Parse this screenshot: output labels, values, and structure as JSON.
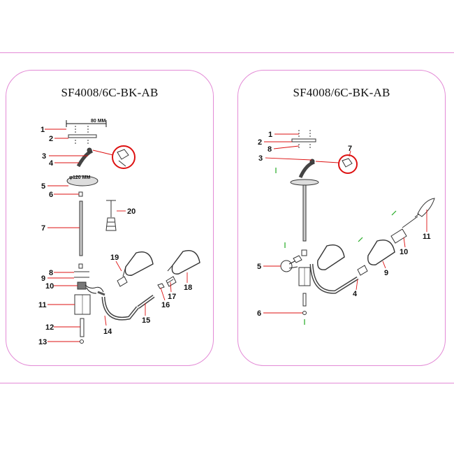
{
  "colors": {
    "accent": "#e38ad6",
    "leader": "#d11",
    "part": "#333"
  },
  "left_panel": {
    "title": "SF4008/6C-BK-AB",
    "dimensions": {
      "canopy_width": "80 MM",
      "cup_diameter": "φ120 MM"
    },
    "labels": [
      "1",
      "2",
      "3",
      "4",
      "5",
      "6",
      "7",
      "8",
      "9",
      "10",
      "11",
      "12",
      "13",
      "14",
      "15",
      "16",
      "17",
      "18",
      "19",
      "20"
    ]
  },
  "right_panel": {
    "title": "SF4008/6C-BK-AB",
    "labels": [
      "1",
      "2",
      "8",
      "3",
      "7",
      "5",
      "6",
      "4",
      "9",
      "10",
      "11"
    ]
  }
}
